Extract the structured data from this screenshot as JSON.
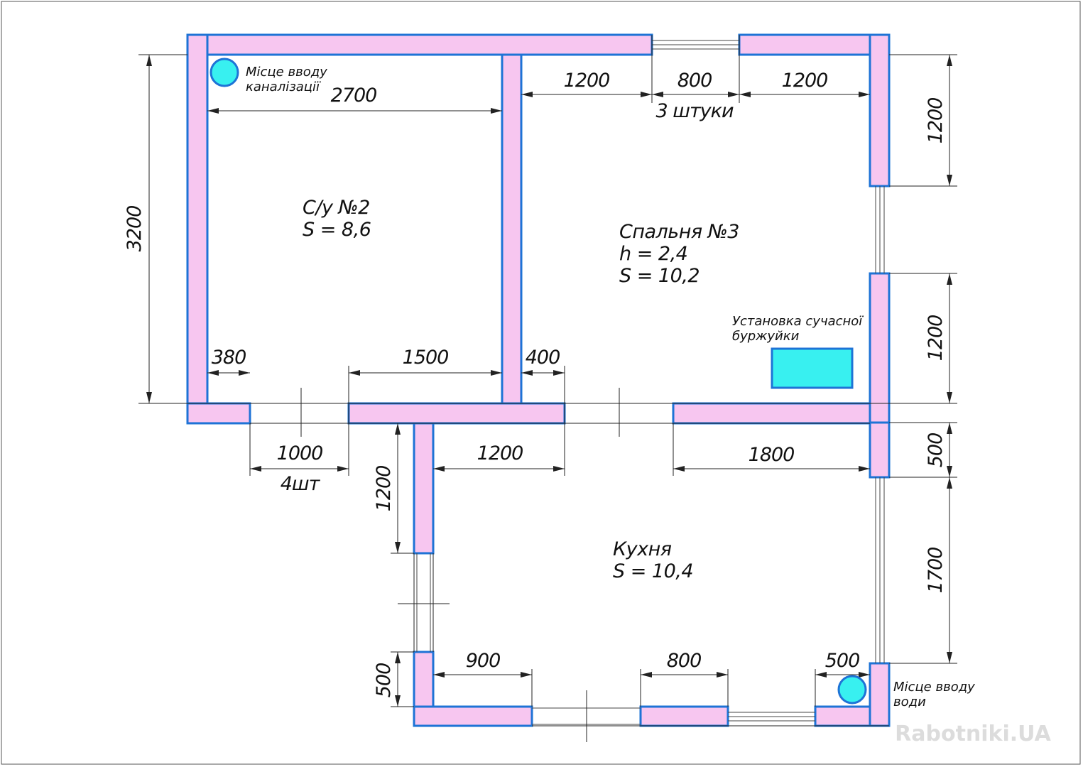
{
  "rooms": {
    "bathroom": {
      "name": "С/у №2",
      "area": "S = 8,6"
    },
    "bedroom": {
      "name": "Спальня №3",
      "height": "h = 2,4",
      "area": "S = 10,2"
    },
    "kitchen": {
      "name": "Кухня",
      "area": "S = 10,4"
    }
  },
  "notes": {
    "sewer_line1": "Місце вводу",
    "sewer_line2": "каналізації",
    "stove_line1": "Установка сучасної",
    "stove_line2": "буржуйки",
    "water_line1": "Місце вводу",
    "water_line2": "води",
    "windows_count_top": "3 штуки",
    "windows_count_bottom": "4шт"
  },
  "dimensions": {
    "top_2700": "2700",
    "top_1200_left": "1200",
    "top_800": "800",
    "top_1200_right": "1200",
    "left_3200": "3200",
    "right_1200_top": "1200",
    "right_1200_mid": "1200",
    "right_500": "500",
    "right_1700": "1700",
    "mid_380": "380",
    "mid_1500": "1500",
    "mid_400": "400",
    "low_1000": "1000",
    "low_1200": "1200",
    "low_1800": "1800",
    "kitchen_left_1200": "1200",
    "kitchen_left_500": "500",
    "bottom_900": "900",
    "bottom_800": "800",
    "bottom_500": "500"
  },
  "watermark": "Rabotniki.UA",
  "colors": {
    "wall_fill": "#f7c6f0",
    "wall_stroke": "#1e73d6",
    "utility": "#38f0f0"
  }
}
